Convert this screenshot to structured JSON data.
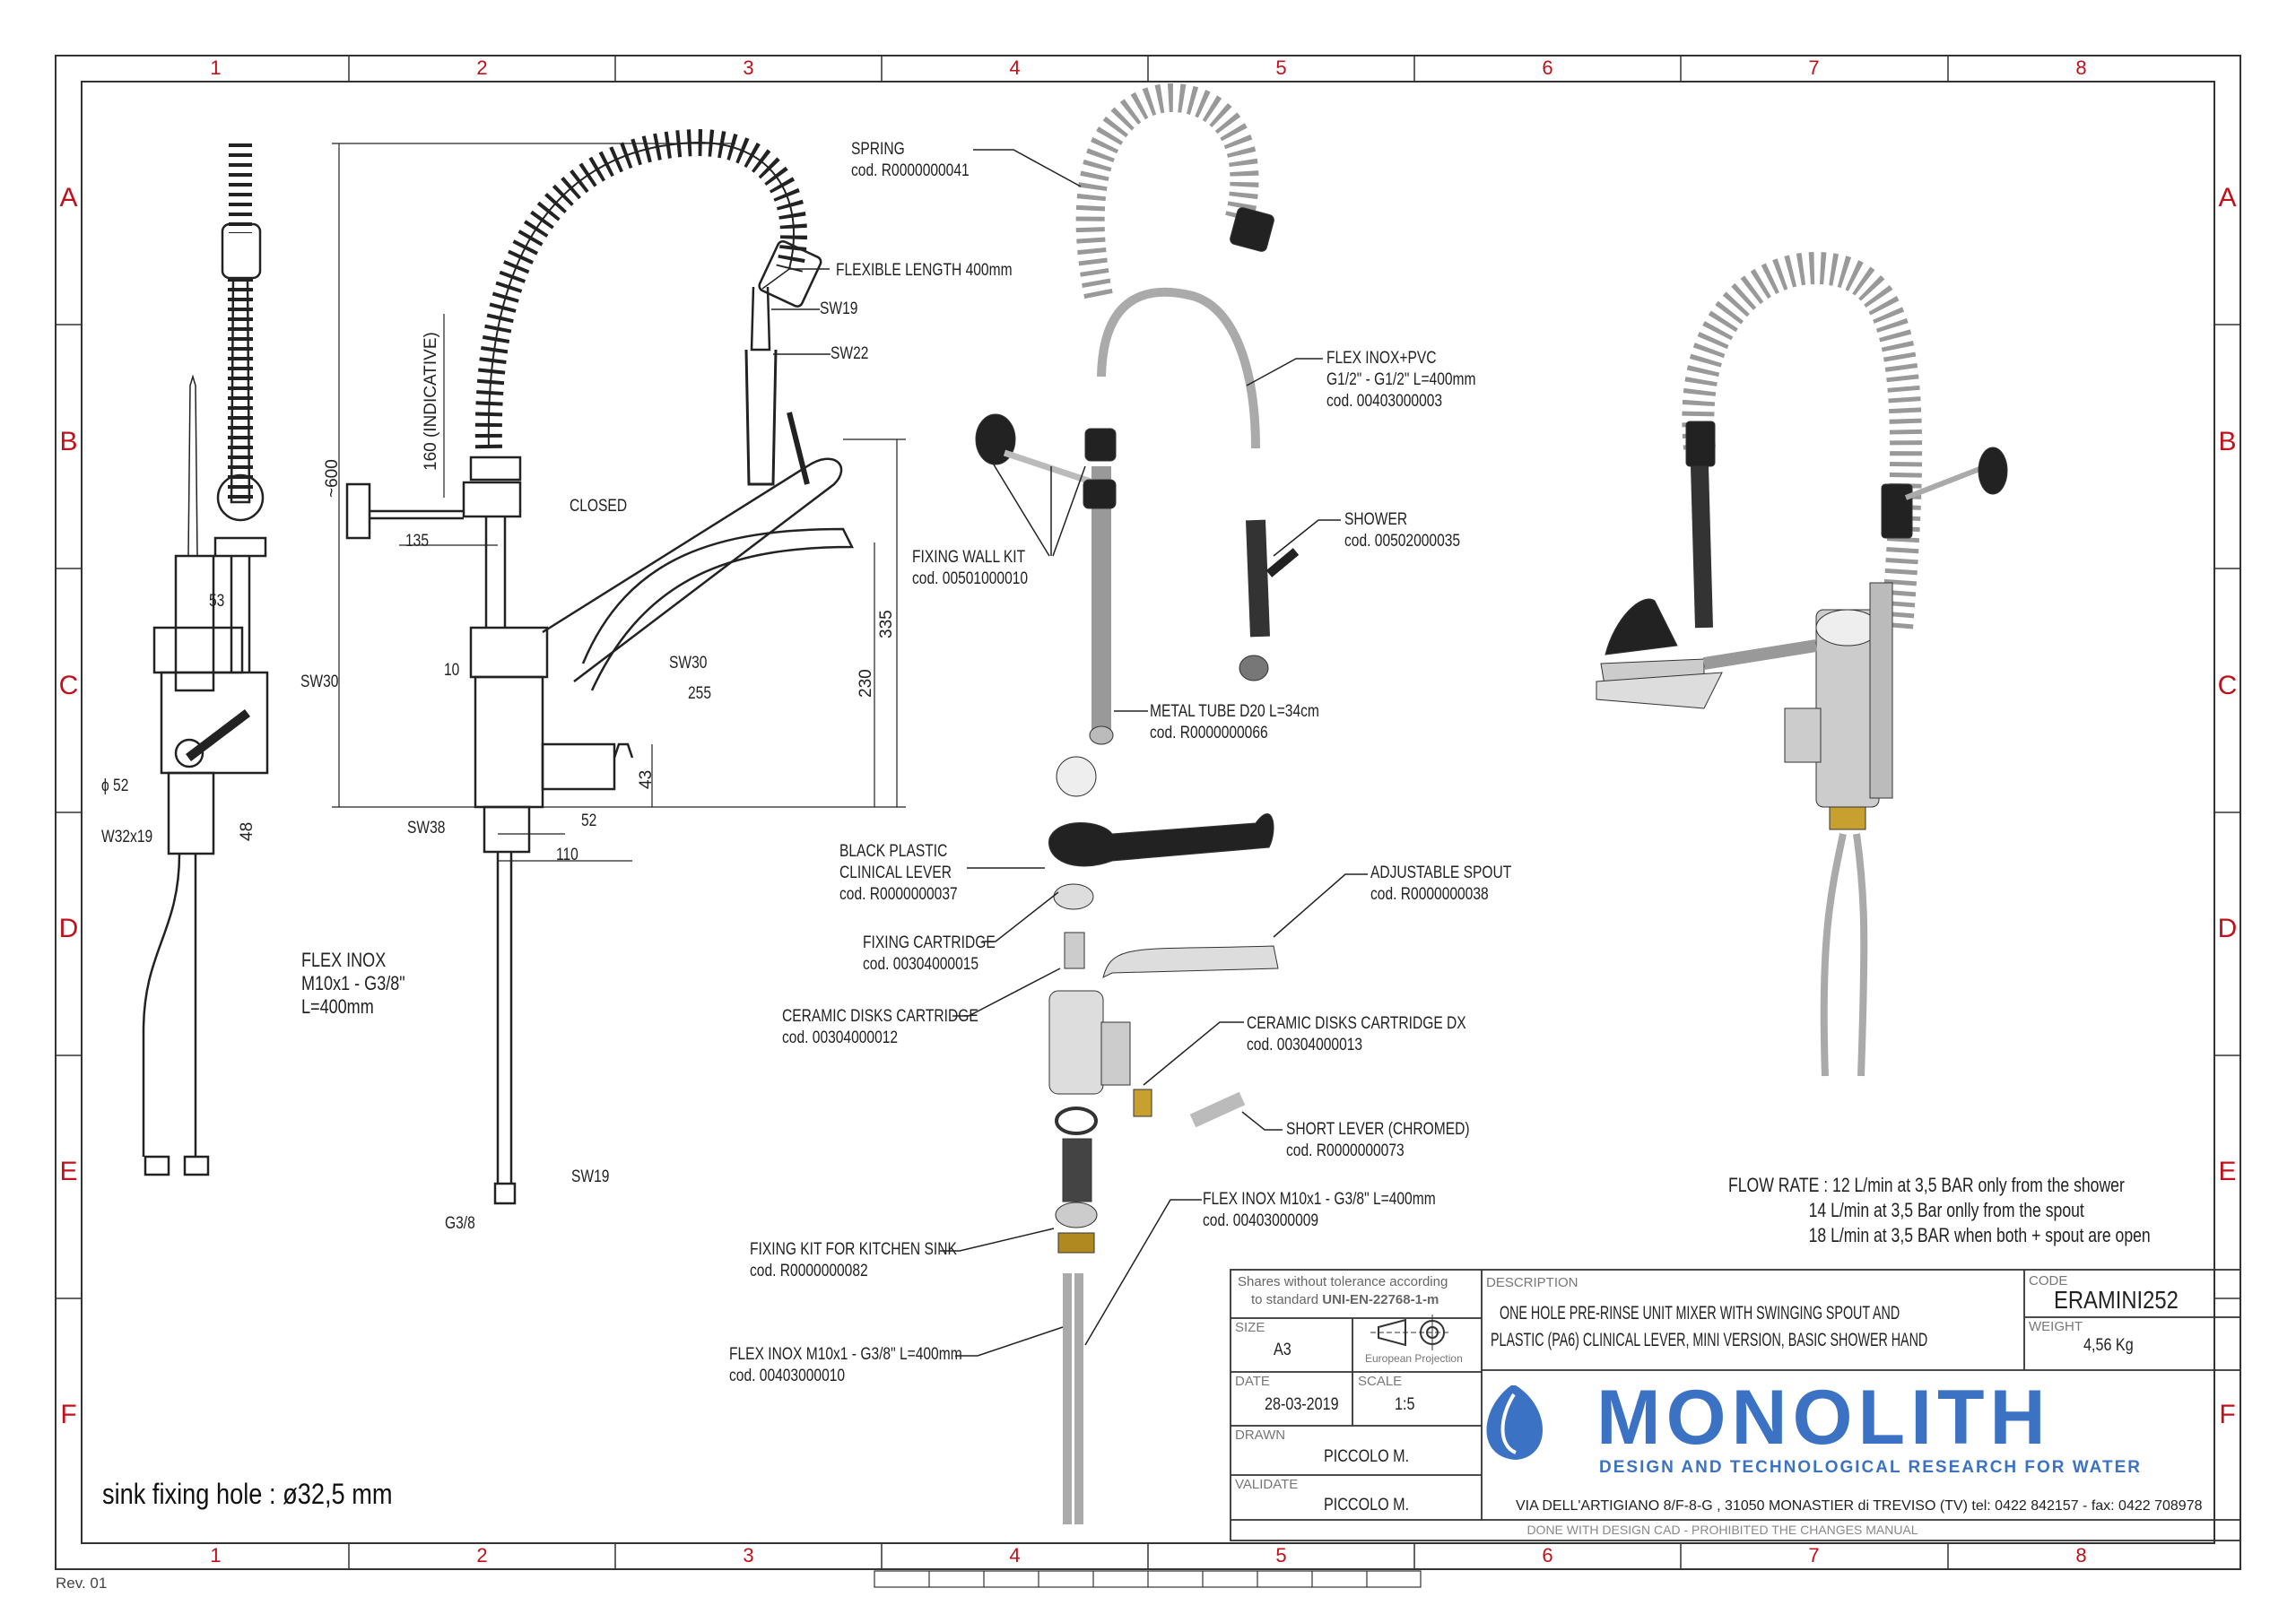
{
  "frame": {
    "columns": [
      "1",
      "2",
      "3",
      "4",
      "5",
      "6",
      "7",
      "8"
    ],
    "rows": [
      "A",
      "B",
      "C",
      "D",
      "E",
      "F"
    ],
    "revision": "Rev. 01"
  },
  "dimension_view": {
    "labels": {
      "approx_height": "~600",
      "indicative": "160 (INDICATIVE)",
      "closed": "CLOSED",
      "d135": "135",
      "d53": "53",
      "d10": "10",
      "sw30_left": "SW30",
      "sw30_center": "SW30",
      "d255": "255",
      "d230": "230",
      "d335": "335",
      "d43": "43",
      "phi52": "ϕ 52",
      "w32x19": "W32x19",
      "d48": "48",
      "sw38": "SW38",
      "d52": "52",
      "d110": "110",
      "flex_length": "FLEXIBLE LENGTH 400mm",
      "sw19_top": "SW19",
      "sw22": "SW22",
      "flex_inox": [
        "FLEX INOX",
        "M10x1 - G3/8\"",
        "L=400mm"
      ],
      "sw19_bottom": "SW19",
      "g38": "G3/8"
    },
    "sink_note": "sink fixing hole : ø32,5 mm"
  },
  "exploded_parts": [
    {
      "name": "SPRING",
      "code": "cod. R0000000041"
    },
    {
      "name": "FLEX INOX+PVC",
      "name2": "G1/2\" - G1/2\" L=400mm",
      "code": "cod. 00403000003"
    },
    {
      "name": "FIXING WALL KIT",
      "code": "cod. 00501000010"
    },
    {
      "name": "SHOWER",
      "code": "cod. 00502000035"
    },
    {
      "name": "METAL TUBE D20 L=34cm",
      "code": "cod. R0000000066"
    },
    {
      "name": "BLACK PLASTIC",
      "name2": "CLINICAL LEVER",
      "code": "cod. R0000000037"
    },
    {
      "name": "ADJUSTABLE SPOUT",
      "code": "cod. R0000000038"
    },
    {
      "name": "FIXING CARTRIDGE",
      "code": "cod. 00304000015"
    },
    {
      "name": "CERAMIC DISKS CARTRIDGE",
      "code": "cod. 00304000012"
    },
    {
      "name": "CERAMIC DISKS CARTRIDGE DX",
      "code": "cod. 00304000013"
    },
    {
      "name": "SHORT LEVER (CHROMED)",
      "code": "cod. R0000000073"
    },
    {
      "name": "FLEX INOX M10x1 - G3/8\" L=400mm",
      "code": "cod. 00403000009"
    },
    {
      "name": "FIXING KIT FOR KITCHEN SINK",
      "code": "cod. R0000000082"
    },
    {
      "name": "FLEX INOX M10x1 - G3/8\" L=400mm",
      "code": "cod. 00403000010"
    }
  ],
  "flow_rate": {
    "label": "FLOW RATE :",
    "lines": [
      "12 L/min at 3,5 BAR only from the shower",
      "14 L/min at 3,5 Bar onlly from the spout",
      "18 L/min at 3,5 BAR when both + spout are open"
    ]
  },
  "title_block": {
    "tolerance_line1": "Shares without tolerance according",
    "tolerance_line2": "to standard",
    "tolerance_standard": "UNI-EN-22768-1-m",
    "size_label": "SIZE",
    "size": "A3",
    "projection": "European Projection",
    "date_label": "DATE",
    "date": "28-03-2019",
    "scale_label": "SCALE",
    "scale": "1:5",
    "drawn_label": "DRAWN",
    "drawn": "PICCOLO M.",
    "validate_label": "VALIDATE",
    "validate": "PICCOLO M.",
    "description_label": "DESCRIPTION",
    "description_line1": "ONE HOLE PRE-RINSE UNIT MIXER WITH SWINGING SPOUT AND",
    "description_line2": "PLASTIC (PA6) CLINICAL LEVER, MINI VERSION, BASIC SHOWER HAND",
    "code_label": "CODE",
    "code": "ERAMINI252",
    "weight_label": "WEIGHT",
    "weight": "4,56 Kg",
    "brand": "MONOLITH",
    "tagline": "DESIGN AND TECHNOLOGICAL RESEARCH FOR WATER",
    "address": "VIA DELL'ARTIGIANO 8/F-8-G , 31050 MONASTIER di TREVISO (TV) tel: 0422 842157 - fax: 0422 708978",
    "footer": "DONE WITH DESIGN CAD - PROHIBITED THE CHANGES MANUAL",
    "brand_color": "#3c72c4"
  }
}
